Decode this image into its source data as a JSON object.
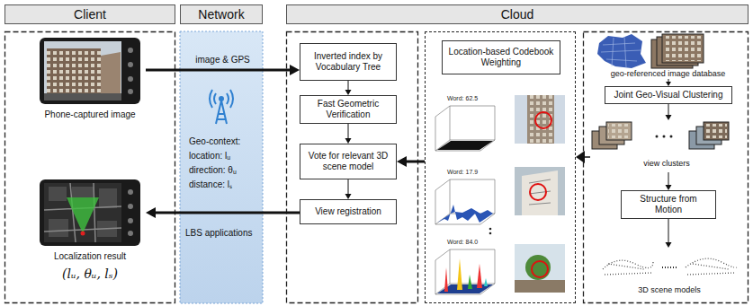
{
  "diagram": {
    "nodes": [
      {
        "text": [
          "Client"
        ]
      },
      {
        "text": [
          "Phone-captured image"
        ],
        "in": 0
      },
      {
        "text": [
          "Localization result",
          "(lᵤ, θᵤ, lₛ)"
        ],
        "in": 0
      },
      {
        "text": [
          "Network",
          "Geo-context:",
          "location: lᵤ",
          "direction: θᵤ",
          "distance: lₛ",
          "LBS applications"
        ]
      },
      {
        "text": [
          "Cloud"
        ]
      },
      {
        "text": [
          "Inverted index by Vocabulary Tree"
        ],
        "in": 4
      },
      {
        "text": [
          "Fast Geometric Verification"
        ],
        "in": 4
      },
      {
        "text": [
          "Vote for relevant 3D scene model"
        ],
        "in": 4
      },
      {
        "text": [
          "View registration"
        ],
        "in": 4
      },
      {
        "text": [
          "Word: 62.5",
          "Word: 17.9",
          "Word: 84.0"
        ],
        "in": 4
      },
      {
        "text": [
          "Location-based Codebook Weighting"
        ],
        "in": 9
      },
      {
        "text": [
          "geo-referenced image database"
        ],
        "in": 4
      },
      {
        "text": [
          "Joint Geo-Visual Clustering"
        ],
        "in": 4
      },
      {
        "text": [
          "view clusters"
        ],
        "in": 4
      },
      {
        "text": [
          "Structure from Motion"
        ],
        "in": 4
      },
      {
        "text": [
          "3D scene models"
        ],
        "in": 4
      }
    ],
    "edges": [
      {
        "from": 1,
        "to": 5,
        "label": "image & GPS",
        "arrow": "to"
      },
      {
        "from": 8,
        "to": 2,
        "arrow": "to"
      },
      {
        "from": 5,
        "to": 6,
        "arrow": "to"
      },
      {
        "from": 6,
        "to": 7,
        "arrow": "to"
      },
      {
        "from": 7,
        "to": 8,
        "arrow": "to"
      },
      {
        "from": 9,
        "to": 7,
        "arrow": "to"
      },
      {
        "from": 13,
        "to": 9,
        "arrow": "to"
      },
      {
        "from": 11,
        "to": 12,
        "arrow": "to"
      },
      {
        "from": 12,
        "to": 13,
        "arrow": "to"
      },
      {
        "from": 13,
        "to": 14,
        "arrow": "to"
      },
      {
        "from": 14,
        "to": 15,
        "arrow": "to"
      }
    ]
  }
}
